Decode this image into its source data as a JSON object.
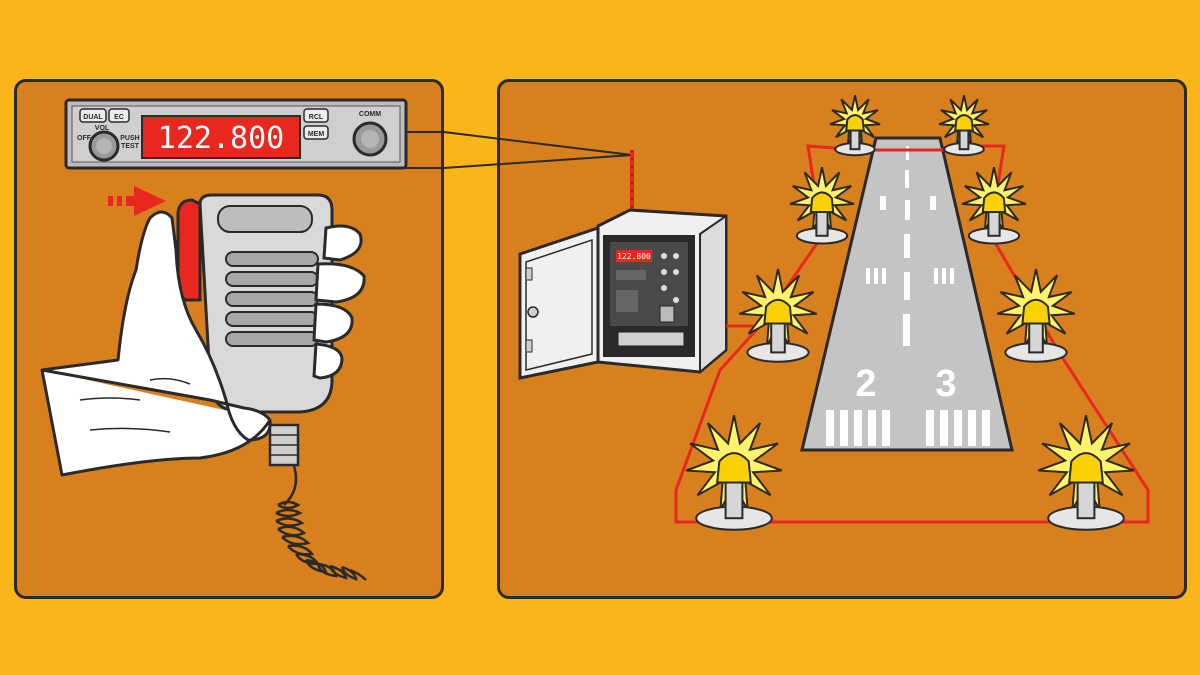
{
  "radio": {
    "frequency": "122.800",
    "buttons": {
      "dual": "DUAL",
      "ec": "EC",
      "rcl": "RCL",
      "mem": "MEM"
    },
    "labels": {
      "comm": "COMM",
      "vol": "VOL",
      "off": "OFF",
      "push": "PUSH",
      "test": "TEST"
    }
  },
  "controller": {
    "display": "122.800"
  },
  "runway": {
    "number_left": "2",
    "number_right": "3"
  },
  "colors": {
    "background": "#F9B51A",
    "panel": "#D9801E",
    "wire": "#E8271E",
    "lcd": "#E8271E"
  },
  "icons": {
    "ptt_arrow": "arrow-right-icon",
    "light": "runway-light-icon"
  }
}
